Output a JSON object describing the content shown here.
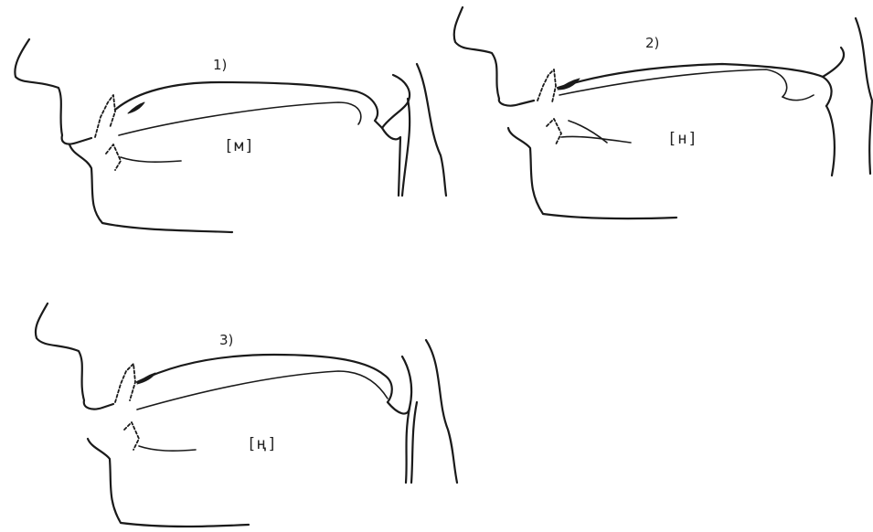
{
  "panels": [
    {
      "number": "1)",
      "phoneme": "[м]"
    },
    {
      "number": "2)",
      "phoneme": "[н]"
    },
    {
      "number": "3)",
      "phoneme": "[ң]"
    }
  ]
}
